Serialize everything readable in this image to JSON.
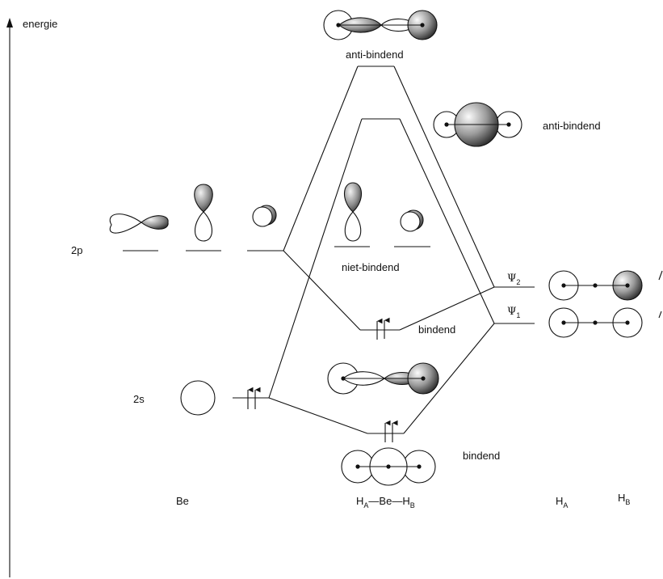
{
  "axis": {
    "label": "energie"
  },
  "levels": {
    "be_2p": "2p",
    "be_2s": "2s",
    "nonbonding": "niet-bindend",
    "top_antibonding": "anti-bindend",
    "mid_antibonding": "anti-bindend",
    "upper_bonding": "bindend",
    "lower_bonding": "bindend"
  },
  "psi": {
    "psi2": {
      "symbol": "Ψ",
      "sub": "2"
    },
    "psi1": {
      "symbol": "Ψ",
      "sub": "1"
    }
  },
  "bottom": {
    "be": "Be",
    "molecule": {
      "h1": "H",
      "a1": "A",
      "sep1": "—",
      "be": "Be",
      "sep2": "—",
      "h2": "H",
      "b2": "B"
    },
    "ha": {
      "h": "H",
      "sub": "A"
    },
    "hb": {
      "h": "H",
      "sub": "B"
    }
  },
  "colors": {
    "line": "#111111",
    "shade_dark": "#3a3a3a",
    "shade_light": "#f4f4f4"
  }
}
